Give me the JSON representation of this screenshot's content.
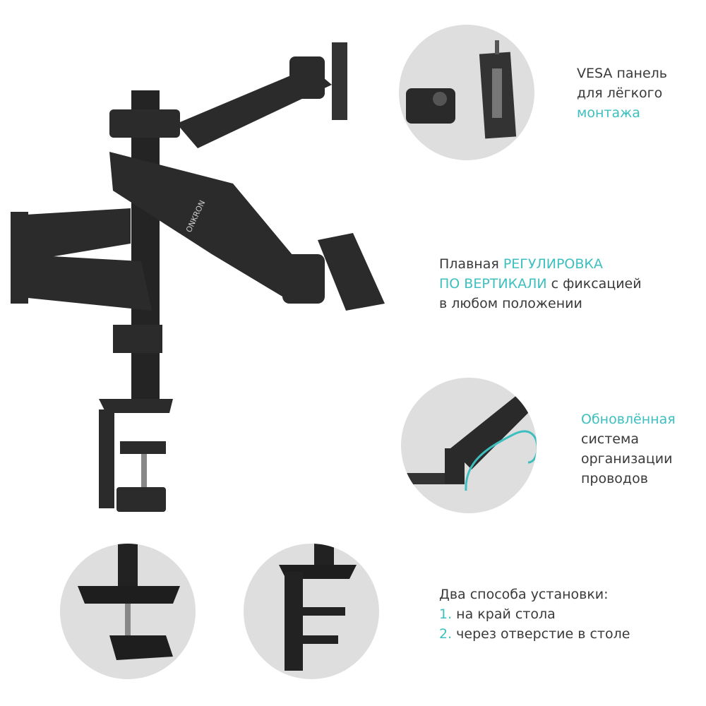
{
  "brand": "ONKRON",
  "colors": {
    "accent": "#3dbfbf",
    "text": "#3a3a3a",
    "circle": "#dedede",
    "metal": "#2a2a2a"
  },
  "features": {
    "vesa": {
      "line1": "VESA панель",
      "line2": "для лёгкого",
      "line3_accent": "монтажа"
    },
    "vertical": {
      "line1_plain": "Плавная ",
      "line1_accent": "РЕГУЛИРОВКА",
      "line2_accent": "ПО ВЕРТИКАЛИ",
      "line2_plain": " с фиксацией",
      "line3": "в любом положении"
    },
    "cables": {
      "line1_accent": "Обновлённая",
      "line2": "система",
      "line3": "организации",
      "line4": "проводов"
    },
    "mounting": {
      "title": "Два способа установки:",
      "items": [
        {
          "num": "1.",
          "text": " на край стола"
        },
        {
          "num": "2.",
          "text": " через отверстие в столе"
        }
      ]
    }
  }
}
